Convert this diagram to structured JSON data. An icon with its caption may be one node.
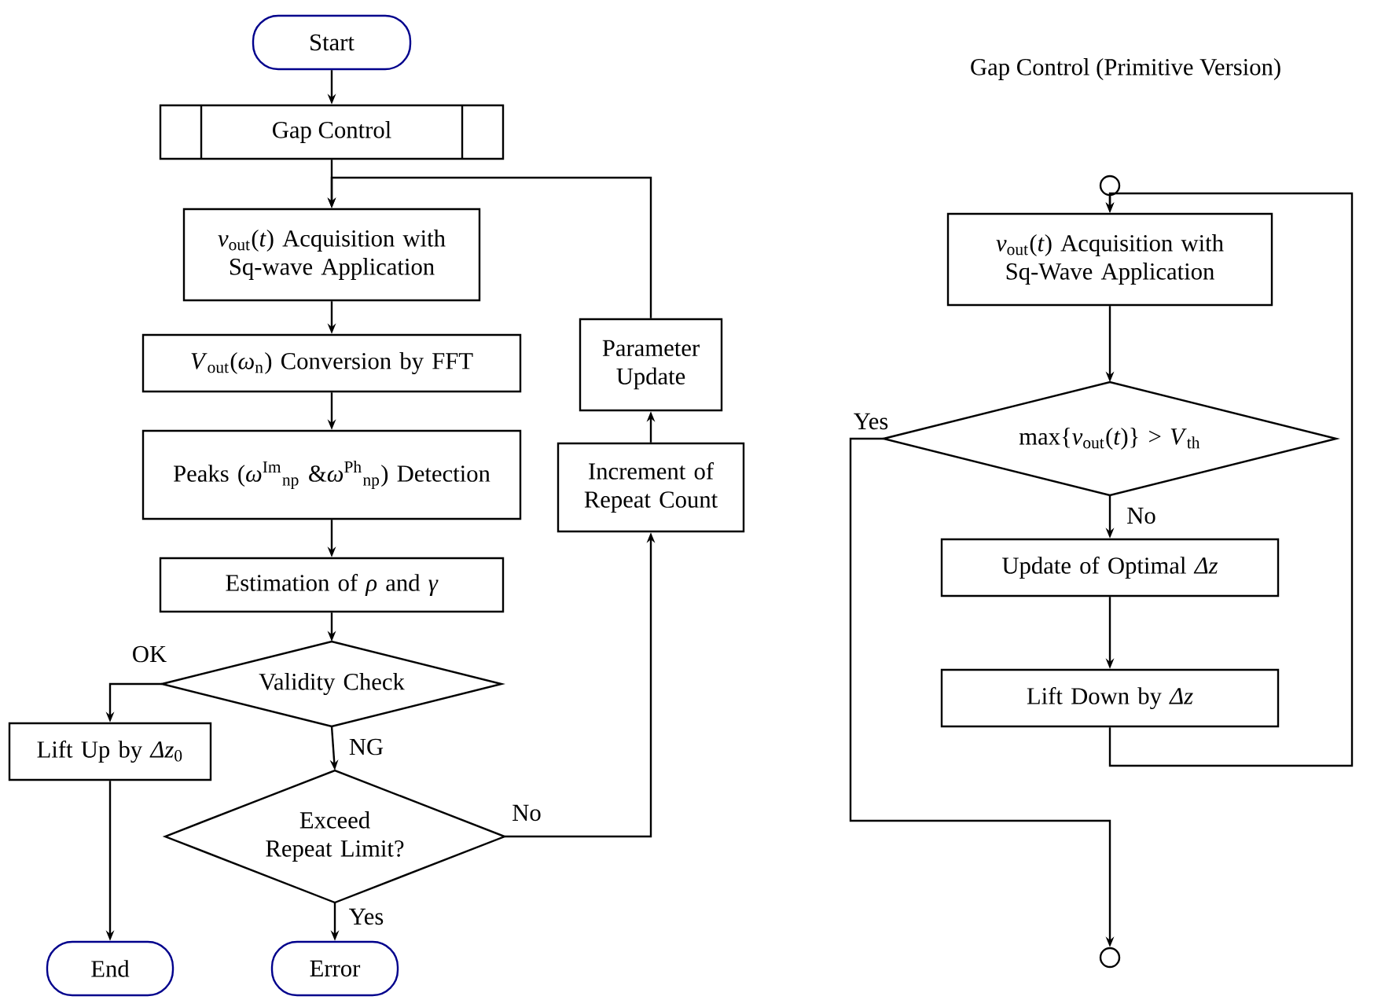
{
  "diagram": {
    "nodes": [
      {
        "text": [
          "Start"
        ]
      },
      {
        "text": [
          "Gap Control"
        ]
      },
      {
        "text": [
          "*v*$_{out}$(*t*) Acquisition with Sq-wave Application"
        ]
      },
      {
        "text": [
          "*V*$_{out}$(*ω*$_{n}$) Conversion by FFT"
        ]
      },
      {
        "text": [
          "Peaks (*ω*$^{Im}$$_{np}$ &*ω*$^{Ph}$$_{np}$) Detection"
        ]
      },
      {
        "text": [
          "Estimation of *ρ* and *γ*"
        ]
      },
      {
        "text": [
          "Validity Check"
        ]
      },
      {
        "text": [
          "Lift Up by *Δz*$_{0}$"
        ]
      },
      {
        "text": [
          "Exceed Repeat Limit?"
        ]
      },
      {
        "text": [
          "End"
        ]
      },
      {
        "text": [
          "Error"
        ]
      },
      {
        "text": [
          "Increment of Repeat Count"
        ]
      },
      {
        "text": [
          "Parameter Update"
        ]
      },
      {
        "text": [],
        "shape": "circle"
      },
      {
        "text": [
          "*v*$_{out}$(*t*) Acquisition with Sq-Wave Application"
        ]
      },
      {
        "text": [
          "max{*v*$_{out}$(*t*)} > *V*$_{th}$"
        ]
      },
      {
        "text": [
          "Update of Optimal *Δz*"
        ]
      },
      {
        "text": [
          "Lift Down by *Δz*"
        ]
      },
      {
        "text": [],
        "shape": "circle"
      }
    ],
    "edges": [
      {
        "from": 0,
        "to": 1,
        "arrow": "to"
      },
      {
        "from": 1,
        "to": 2,
        "arrow": "to"
      },
      {
        "from": 2,
        "to": 3,
        "arrow": "to"
      },
      {
        "from": 3,
        "to": 4,
        "arrow": "to"
      },
      {
        "from": 4,
        "to": 5,
        "arrow": "to"
      },
      {
        "from": 5,
        "to": 6,
        "arrow": "to"
      },
      {
        "from": 6,
        "to": 7,
        "arrow": "to",
        "label": "OK"
      },
      {
        "from": 6,
        "to": 8,
        "arrow": "to",
        "label": "NG"
      },
      {
        "from": 7,
        "to": 9,
        "arrow": "to"
      },
      {
        "from": 8,
        "to": 10,
        "arrow": "to",
        "label": "Yes"
      },
      {
        "from": 8,
        "to": 11,
        "arrow": "to",
        "label": "No"
      },
      {
        "from": 11,
        "to": 12,
        "arrow": "to"
      },
      {
        "from": 12,
        "to": 2,
        "arrow": "to"
      },
      {
        "from": 13,
        "to": 14,
        "arrow": "to"
      },
      {
        "from": 14,
        "to": 15,
        "arrow": "to"
      },
      {
        "from": 15,
        "to": 16,
        "arrow": "to",
        "label": "No"
      },
      {
        "from": 16,
        "to": 17,
        "arrow": "to"
      },
      {
        "from": 17,
        "to": 14,
        "arrow": "to"
      },
      {
        "from": 15,
        "to": 18,
        "arrow": "to",
        "label": "Yes"
      }
    ],
    "title": "Gap Control (Primitive Version)"
  }
}
